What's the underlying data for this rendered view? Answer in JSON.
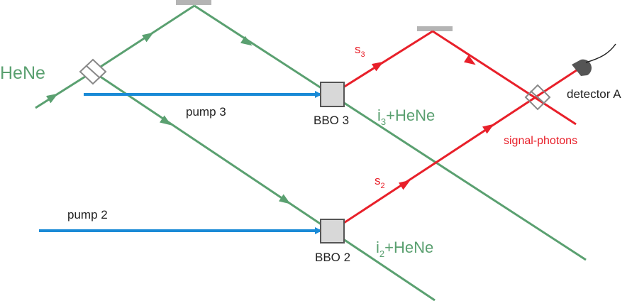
{
  "labels": {
    "hene": "HeNe",
    "pump3": "pump 3",
    "pump2": "pump 2",
    "bbo3": "BBO 3",
    "bbo2": "BBO 2",
    "i3_base": "i",
    "i3_sub": "3",
    "i3_rest": "+HeNe",
    "i2_base": "i",
    "i2_sub": "2",
    "i2_rest": "+HeNe",
    "s3_base": "s",
    "s3_sub": "3",
    "s2_base": "s",
    "s2_sub": "2",
    "signal": "signal-photons",
    "detector": "detector A"
  },
  "colors": {
    "green": "#5aa070",
    "red": "#e8202a",
    "blue": "#1a8ad6",
    "gray": "#888888",
    "mirror": "#b4b4b4",
    "crystal_fill": "#d8d8d8",
    "crystal_stroke": "#555555",
    "text": "#222222"
  }
}
